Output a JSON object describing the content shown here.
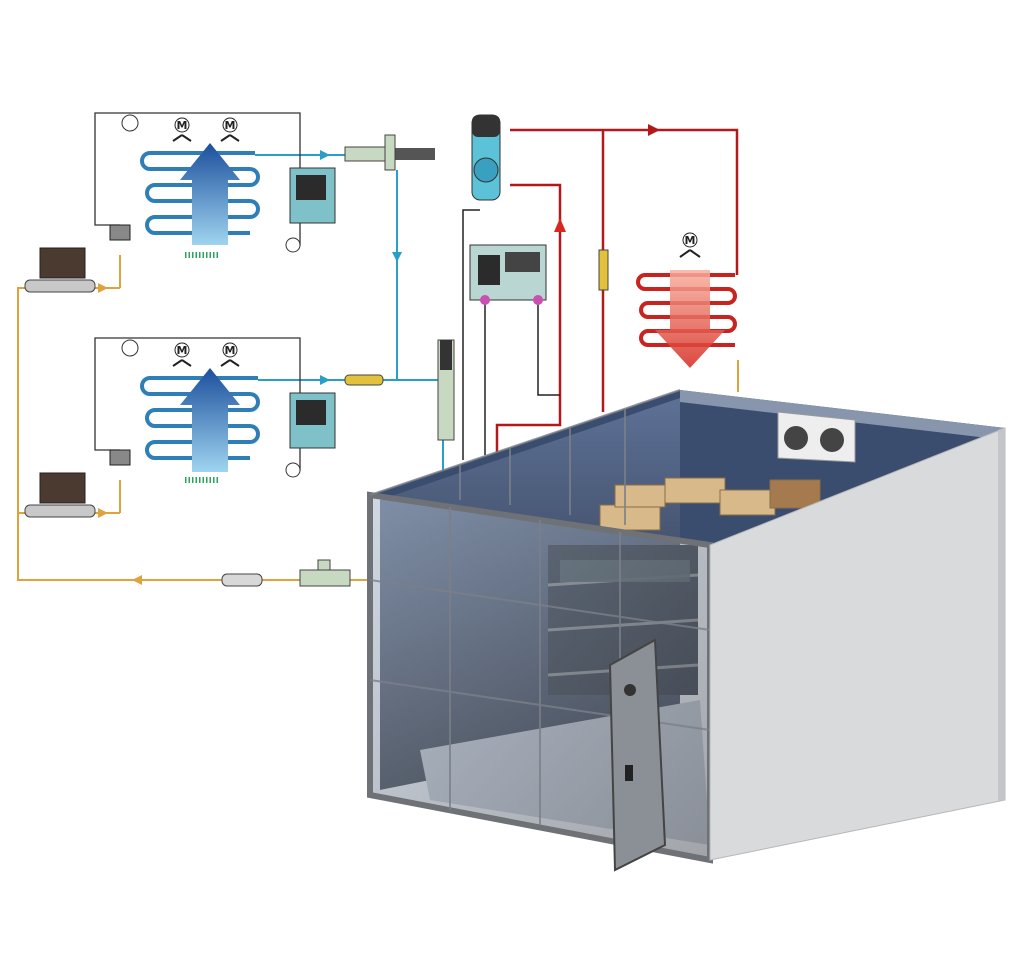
{
  "diagram": {
    "motor_labels": [
      "M",
      "M",
      "M",
      "M",
      "M"
    ],
    "colors": {
      "suction_line": "#2a9ec9",
      "discharge_line": "#b3191b",
      "liquid_line": "#e0a23c",
      "evaporator_coil": "#2e7fb8",
      "condenser_coil": "#c8231f",
      "room_wall": "#d9dadc",
      "room_frame": "#6e7176"
    }
  }
}
